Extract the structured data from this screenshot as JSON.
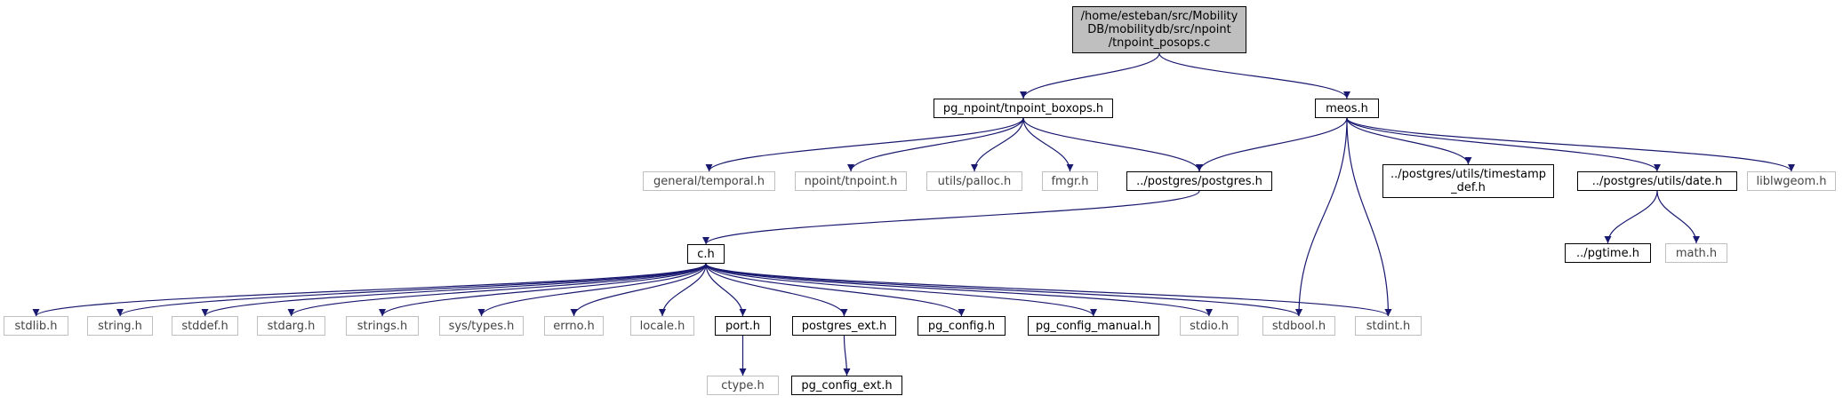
{
  "graph": {
    "edge_color": "#191970",
    "nodes": [
      {
        "id": "root",
        "label": "/home/esteban/src/Mobility\nDB/mobilitydb/src/npoint\n/tnpoint_posops.c",
        "kind": "root"
      },
      {
        "id": "boxops",
        "label": "pg_npoint/tnpoint_boxops.h",
        "kind": "internal"
      },
      {
        "id": "meos",
        "label": "meos.h",
        "kind": "internal"
      },
      {
        "id": "temporal",
        "label": "general/temporal.h",
        "kind": "external"
      },
      {
        "id": "tnpoint",
        "label": "npoint/tnpoint.h",
        "kind": "external"
      },
      {
        "id": "palloc",
        "label": "utils/palloc.h",
        "kind": "external"
      },
      {
        "id": "fmgr",
        "label": "fmgr.h",
        "kind": "external"
      },
      {
        "id": "postgres",
        "label": "../postgres/postgres.h",
        "kind": "internal"
      },
      {
        "id": "timestamp",
        "label": "../postgres/utils/timestamp\n_def.h",
        "kind": "internal"
      },
      {
        "id": "date",
        "label": "../postgres/utils/date.h",
        "kind": "internal"
      },
      {
        "id": "liblwgeom",
        "label": "liblwgeom.h",
        "kind": "external"
      },
      {
        "id": "pgtime",
        "label": "../pgtime.h",
        "kind": "internal"
      },
      {
        "id": "math",
        "label": "math.h",
        "kind": "external"
      },
      {
        "id": "ch",
        "label": "c.h",
        "kind": "internal"
      },
      {
        "id": "stdlib",
        "label": "stdlib.h",
        "kind": "external"
      },
      {
        "id": "string",
        "label": "string.h",
        "kind": "external"
      },
      {
        "id": "stddef",
        "label": "stddef.h",
        "kind": "external"
      },
      {
        "id": "stdarg",
        "label": "stdarg.h",
        "kind": "external"
      },
      {
        "id": "strings",
        "label": "strings.h",
        "kind": "external"
      },
      {
        "id": "systypes",
        "label": "sys/types.h",
        "kind": "external"
      },
      {
        "id": "errno",
        "label": "errno.h",
        "kind": "external"
      },
      {
        "id": "locale",
        "label": "locale.h",
        "kind": "external"
      },
      {
        "id": "port",
        "label": "port.h",
        "kind": "internal"
      },
      {
        "id": "pgext",
        "label": "postgres_ext.h",
        "kind": "internal"
      },
      {
        "id": "pgconfig",
        "label": "pg_config.h",
        "kind": "internal"
      },
      {
        "id": "pgmanual",
        "label": "pg_config_manual.h",
        "kind": "internal"
      },
      {
        "id": "stdio",
        "label": "stdio.h",
        "kind": "external"
      },
      {
        "id": "stdbool",
        "label": "stdbool.h",
        "kind": "external"
      },
      {
        "id": "stdint",
        "label": "stdint.h",
        "kind": "external"
      },
      {
        "id": "ctype",
        "label": "ctype.h",
        "kind": "external"
      },
      {
        "id": "pgconfigext",
        "label": "pg_config_ext.h",
        "kind": "internal"
      }
    ],
    "edges": [
      [
        "root",
        "boxops"
      ],
      [
        "root",
        "meos"
      ],
      [
        "boxops",
        "temporal"
      ],
      [
        "boxops",
        "tnpoint"
      ],
      [
        "boxops",
        "palloc"
      ],
      [
        "boxops",
        "fmgr"
      ],
      [
        "boxops",
        "postgres"
      ],
      [
        "meos",
        "postgres"
      ],
      [
        "meos",
        "timestamp"
      ],
      [
        "meos",
        "date"
      ],
      [
        "meos",
        "liblwgeom"
      ],
      [
        "meos",
        "stdbool"
      ],
      [
        "meos",
        "stdint"
      ],
      [
        "date",
        "pgtime"
      ],
      [
        "date",
        "math"
      ],
      [
        "postgres",
        "ch"
      ],
      [
        "ch",
        "stdlib"
      ],
      [
        "ch",
        "string"
      ],
      [
        "ch",
        "stddef"
      ],
      [
        "ch",
        "stdarg"
      ],
      [
        "ch",
        "strings"
      ],
      [
        "ch",
        "systypes"
      ],
      [
        "ch",
        "errno"
      ],
      [
        "ch",
        "locale"
      ],
      [
        "ch",
        "port"
      ],
      [
        "ch",
        "pgext"
      ],
      [
        "ch",
        "pgconfig"
      ],
      [
        "ch",
        "pgmanual"
      ],
      [
        "ch",
        "stdio"
      ],
      [
        "ch",
        "stdbool"
      ],
      [
        "ch",
        "stdint"
      ],
      [
        "port",
        "ctype"
      ],
      [
        "pgext",
        "pgconfigext"
      ]
    ]
  }
}
